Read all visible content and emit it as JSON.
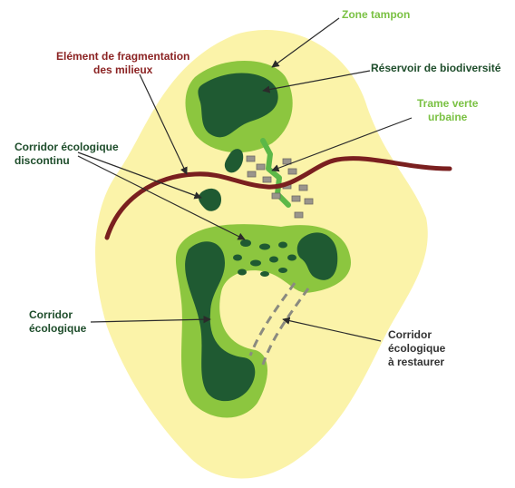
{
  "labels": {
    "zone_tampon": "Zone tampon",
    "reservoir": "Réservoir de biodiversité",
    "fragmentation_line1": "Elément de fragmentation",
    "fragmentation_line2": "des milieux",
    "trame_verte_line1": "Trame verte",
    "trame_verte_line2": "urbaine",
    "corridor_discontinu_line1": "Corridor écologique",
    "corridor_discontinu_line2": "discontinu",
    "corridor_line1": "Corridor",
    "corridor_line2": "écologique",
    "corridor_restaurer_line1": "Corridor",
    "corridor_restaurer_line2": "écologique",
    "corridor_restaurer_line3": "à restaurer"
  },
  "colors": {
    "matrix": "#fbf3a9",
    "buffer": "#8cc63f",
    "core": "#1f5a32",
    "fragmentation": "#7a1f1f",
    "urban": "#9a958c",
    "urban_green": "#5cb848",
    "arrow": "#2b2b2b"
  }
}
